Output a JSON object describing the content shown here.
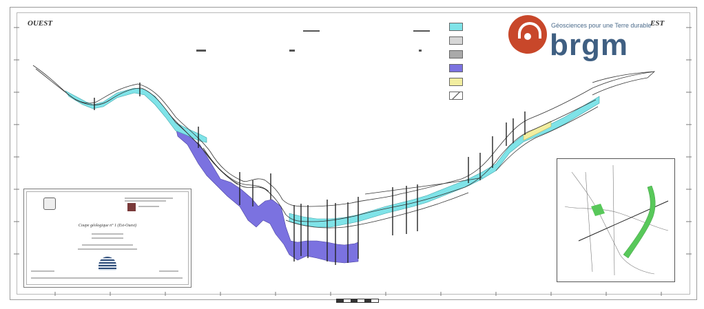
{
  "header": {
    "west_label": "OUEST",
    "east_label": "EST"
  },
  "logo": {
    "tagline": "Géosciences pour une Terre durable",
    "wordmark": "brgm"
  },
  "legend": {
    "colors": [
      "#7fe3e8",
      "#d6d6d6",
      "#a9a9a9",
      "#7b72e0",
      "#f2eea0",
      "#ffffff"
    ]
  },
  "cartouche": {
    "title": "Coupe géologique n° 1 (Est-Ouest)"
  },
  "section_colors": {
    "cyan": "#7fe3e8",
    "purple": "#7b72e0",
    "yellow": "#f2eea0",
    "line": "#333333"
  }
}
